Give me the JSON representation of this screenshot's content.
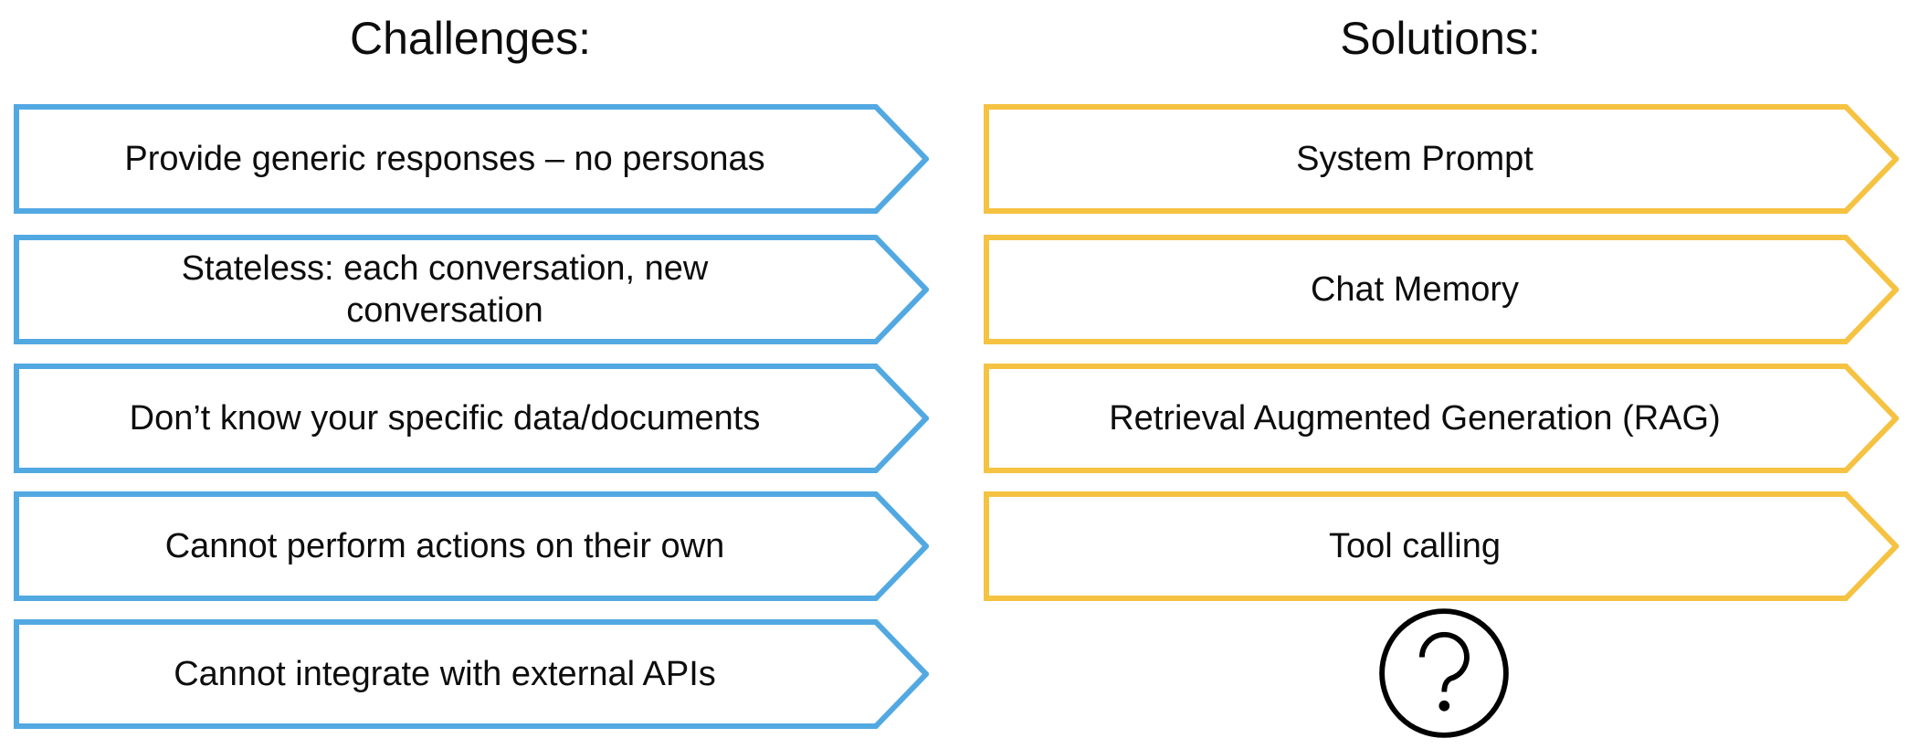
{
  "background_color": "#ffffff",
  "columns": [
    {
      "title": "Challenges:",
      "accent": "#52a9e2",
      "items": [
        {
          "label": "Provide generic responses – no personas"
        },
        {
          "label": "Stateless: each conversation, new\nconversation"
        },
        {
          "label": "Don’t know your specific data/documents"
        },
        {
          "label": "Cannot perform actions on their own"
        },
        {
          "label": "Cannot integrate with external APIs"
        }
      ]
    },
    {
      "title": "Solutions:",
      "accent": "#f5c242",
      "items": [
        {
          "label": "System Prompt"
        },
        {
          "label": "Chat Memory"
        },
        {
          "label": "Retrieval Augmented Generation (RAG)"
        },
        {
          "label": "Tool calling"
        }
      ],
      "footer_icon": "question-mark-circle-icon",
      "icon_color": "#000000"
    }
  ]
}
